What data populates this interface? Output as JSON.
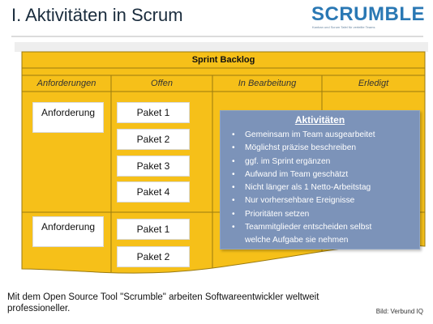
{
  "slide": {
    "title": "I. Aktivitäten in Scrum",
    "logo_text": "SCRUMBLE",
    "logo_tagline": "Kanban und Scrum Tafel für verteilte Teams"
  },
  "backlog": {
    "banner": "Sprint Backlog",
    "columns": [
      "Anforderungen",
      "Offen",
      "In Bearbeitung",
      "Erledigt"
    ],
    "requirements": [
      "Anforderung",
      "Anforderung"
    ],
    "packages": [
      "Paket 1",
      "Paket 2",
      "Paket 3",
      "Paket 4",
      "Paket 1",
      "Paket 2"
    ],
    "colors": {
      "board": "#f6c019",
      "board_dark": "#f3b10c",
      "grid_line": "#9a7a10",
      "info_box": "#7c93b9"
    }
  },
  "info": {
    "title": "Aktivitäten",
    "items": [
      "Gemeinsam im Team ausgearbeitet",
      "Möglichst präzise beschreiben",
      "ggf. im Sprint ergänzen",
      "Aufwand im Team geschätzt",
      "Nicht länger als 1 Netto-Arbeitstag",
      "Nur vorhersehbare Ereignisse",
      "Prioritäten setzen",
      "Teammitglieder entscheiden selbst"
    ],
    "item_continuation": "welche Aufgabe sie nehmen"
  },
  "caption": {
    "line1": "Mit dem Open Source Tool \"Scrumble\" arbeiten Softwareentwickler weltweit",
    "line2": "professioneller.",
    "credit": "Bild: Verbund IQ"
  }
}
